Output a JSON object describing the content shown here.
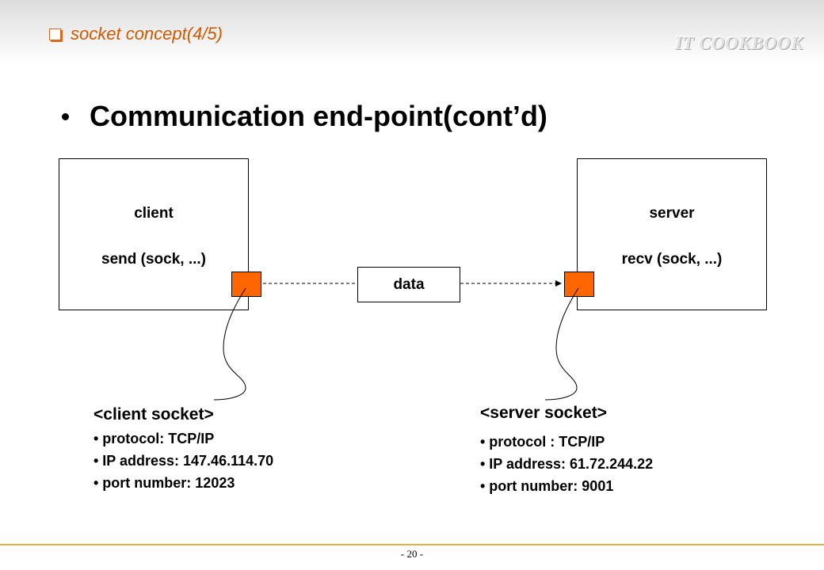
{
  "header": {
    "section_title": "socket concept(4/5)",
    "brand": "IT COOKBOOK"
  },
  "heading": "Communication end-point(cont’d)",
  "client_box": {
    "title": "client",
    "call": "send (sock, ...)"
  },
  "server_box": {
    "title": "server",
    "call": "recv (sock, ...)"
  },
  "data_label": "data",
  "client_socket": {
    "title": "<client socket>",
    "lines": [
      "• protocol: TCP/IP",
      "• IP address: 147.46.114.70",
      "• port number: 12023"
    ]
  },
  "server_socket": {
    "title": "<server socket>",
    "lines": [
      "• protocol : TCP/IP",
      "• IP address: 61.72.244.22",
      "• port number: 9001"
    ]
  },
  "footer": {
    "page_number": "- 20 -"
  },
  "colors": {
    "accent": "#cc5a00",
    "socket_fill": "#ff6600",
    "footer_rule": "#e3b14a"
  },
  "icons": {
    "section_marker": "checkbox-icon"
  }
}
